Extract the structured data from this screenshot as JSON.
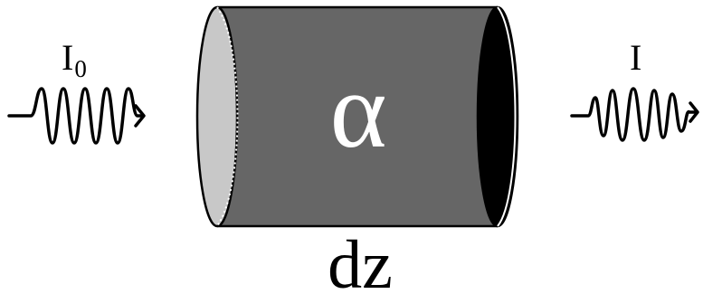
{
  "incoming": {
    "symbol": "I",
    "subscript": "0"
  },
  "outgoing": {
    "symbol": "I"
  },
  "medium": {
    "absorption_symbol": "α",
    "thickness_label": "dz"
  },
  "colors": {
    "body": "#666666",
    "entry_face": "#c8c8c8",
    "exit_face": "#000000",
    "outline": "#000000",
    "absorption_symbol": "#ffffff"
  }
}
